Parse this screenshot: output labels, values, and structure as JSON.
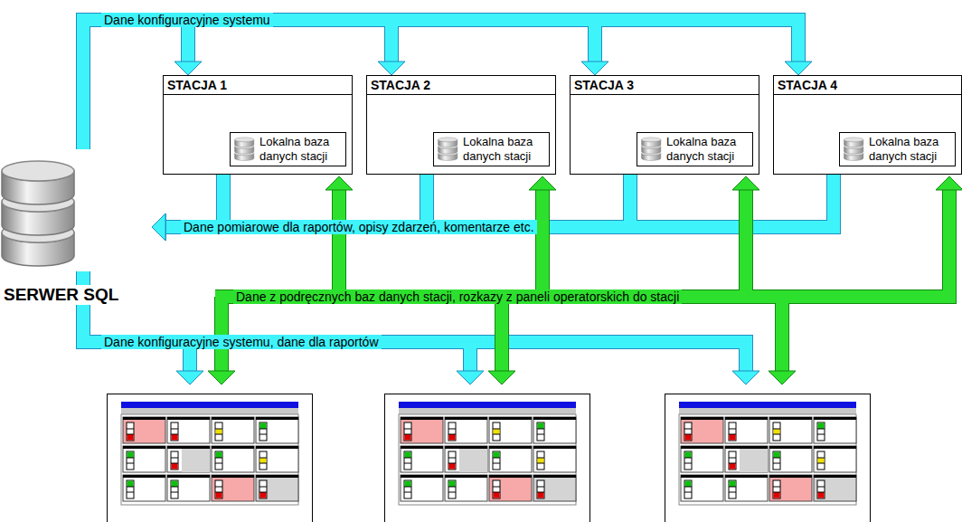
{
  "diagram": {
    "nodes": [
      {
        "text": [
          "SERWER SQL"
        ]
      },
      {
        "text": [
          "STACJA 1"
        ]
      },
      {
        "text": [
          "Lokalna baza danych stacji"
        ],
        "in": 1
      },
      {
        "text": [
          "STACJA 2"
        ]
      },
      {
        "text": [
          "Lokalna baza danych stacji"
        ],
        "in": 3
      },
      {
        "text": [
          "STACJA 3"
        ]
      },
      {
        "text": [
          "Lokalna baza danych stacji"
        ],
        "in": 5
      },
      {
        "text": [
          "STACJA 4"
        ]
      },
      {
        "text": [
          "Lokalna baza danych stacji"
        ],
        "in": 7
      }
    ],
    "edges": [
      {
        "from": 0,
        "to": 1,
        "arrow": "to",
        "label": "Dane konfiguracyjne systemu"
      },
      {
        "from": 0,
        "to": 3,
        "arrow": "to"
      },
      {
        "from": 0,
        "to": 5,
        "arrow": "to"
      },
      {
        "from": 0,
        "to": 7,
        "arrow": "to"
      },
      {
        "from": 1,
        "to": 0,
        "arrow": "to",
        "label": "Dane pomiarowe dla raportów, opisy zdarzeń, komentarze etc."
      },
      {
        "from": 3,
        "to": 0,
        "arrow": "to"
      },
      {
        "from": 5,
        "to": 0,
        "arrow": "to"
      },
      {
        "from": 7,
        "to": 0,
        "arrow": "to"
      }
    ],
    "labels": [
      "Dane z podręcznych baz danych stacji, rozkazy z paneli operatorskich do stacji",
      "Dane konfiguracyjne systemu, dane dla raportów"
    ]
  }
}
